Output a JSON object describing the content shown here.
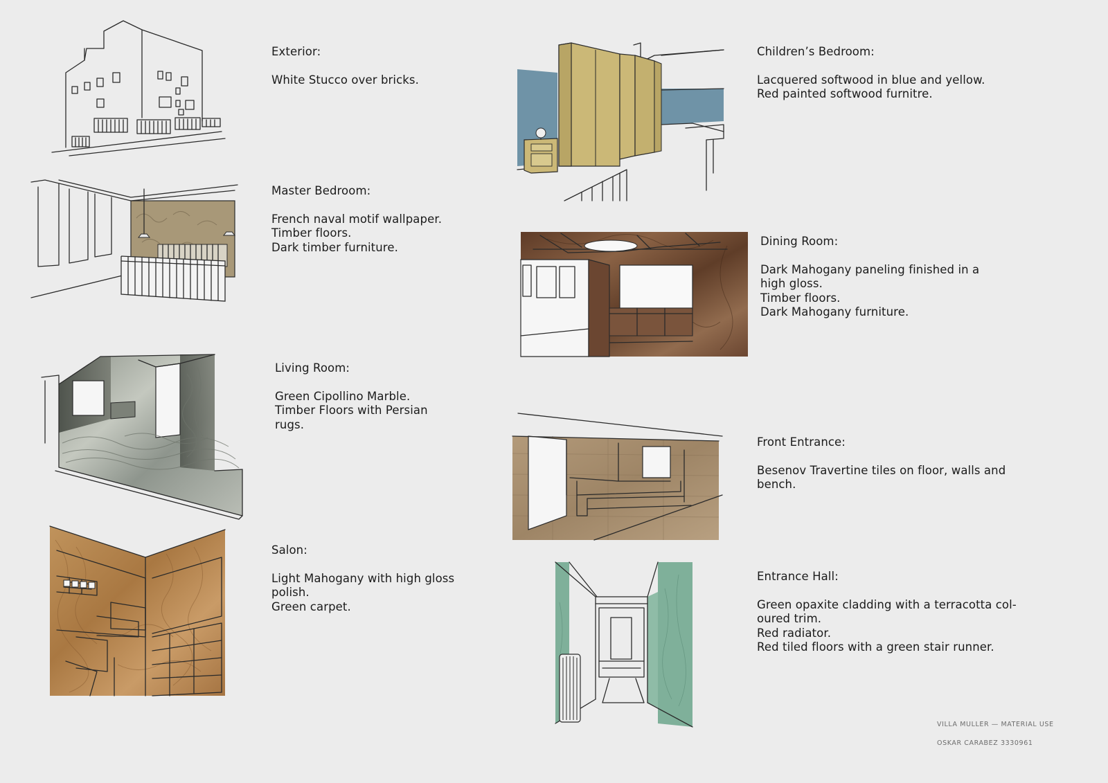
{
  "sections": [
    {
      "title": "Exterior:",
      "lines": [
        "White Stucco over bricks."
      ]
    },
    {
      "title": "Children’s Bedroom:",
      "lines": [
        "Lacquered softwood in blue and yellow.",
        "Red painted softwood furnitre."
      ]
    },
    {
      "title": "Master Bedroom:",
      "lines": [
        "French naval motif wallpaper.",
        "Timber floors.",
        "Dark timber furniture."
      ]
    },
    {
      "title": "Dining Room:",
      "lines": [
        "Dark Mahogany paneling finished in a",
        "high gloss.",
        "Timber floors.",
        "Dark Mahogany furniture."
      ]
    },
    {
      "title": "Living Room:",
      "lines": [
        "Green Cipollino Marble.",
        "Timber Floors with Persian",
        "rugs."
      ]
    },
    {
      "title": "Front Entrance:",
      "lines": [
        "Besenov Travertine tiles on floor, walls and",
        "bench."
      ]
    },
    {
      "title": "Salon:",
      "lines": [
        "Light Mahogany with high gloss",
        "polish.",
        "Green carpet."
      ]
    },
    {
      "title": "Entrance Hall:",
      "lines": [
        "Green opaxite cladding with a terracotta col-",
        "oured trim.",
        "Red radiator.",
        "Red tiled floors with a green stair runner."
      ]
    }
  ],
  "footer": {
    "project": "VILLA MULLER  —  MATERIAL USE",
    "author": "OSKAR CARABEZ  3330961"
  },
  "colors": {
    "background": "#ececec",
    "lacquer_blue": "#6f93a7",
    "lacquer_yellow": "#cbb877",
    "naval_wallpaper": "#a89878",
    "dark_mahogany": "#6e4a34",
    "cipollino_marble": "#9aa098",
    "travertine": "#a98f70",
    "light_mahogany": "#b98a55",
    "opaxite_green": "#7fb09a"
  }
}
